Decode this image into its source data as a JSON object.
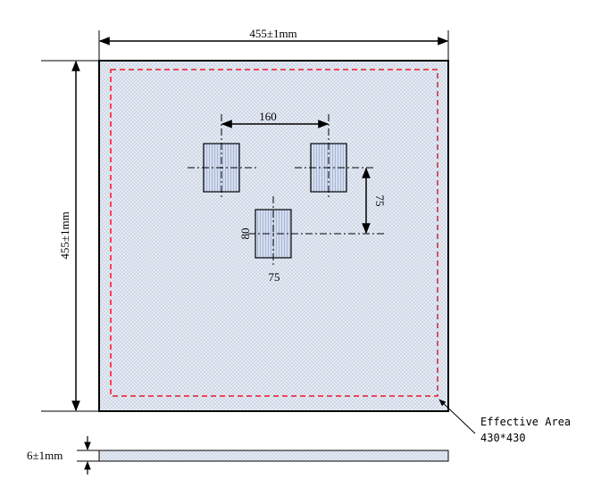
{
  "dimensions": {
    "plate_width": "455±1mm",
    "plate_height": "455±1mm",
    "hole_spacing_horizontal": "160",
    "hole_spacing_vertical": "75",
    "hole_height": "80",
    "hole_width": "75",
    "plate_thickness": "6±1mm"
  },
  "effective_area": {
    "label": "Effective Area",
    "size": "430*430",
    "border_color": "#e8192c"
  },
  "colors": {
    "plate_fill": "#dfe6f1",
    "hole_fill": "#c7d3ea",
    "outline": "#000000"
  }
}
